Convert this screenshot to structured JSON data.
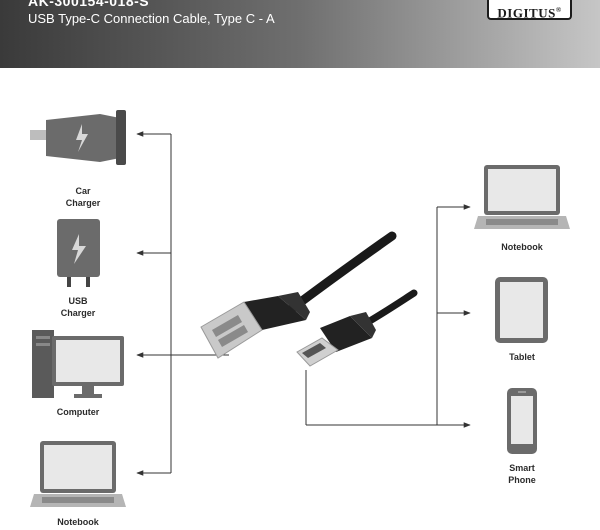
{
  "header": {
    "product_code": "AK-300154-018-S",
    "subtitle": "USB Type-C Connection Cable, Type C - A",
    "brand": "DIGITUS",
    "brand_mark": "®"
  },
  "left_devices": [
    {
      "label_lines": [
        "Car",
        "Charger"
      ],
      "icon": "car-charger-icon"
    },
    {
      "label_lines": [
        "USB",
        "Charger"
      ],
      "icon": "usb-charger-icon"
    },
    {
      "label_lines": [
        "Computer"
      ],
      "icon": "computer-icon"
    },
    {
      "label_lines": [
        "Notebook"
      ],
      "icon": "notebook-icon"
    }
  ],
  "right_devices": [
    {
      "label_lines": [
        "Notebook"
      ],
      "icon": "notebook-icon"
    },
    {
      "label_lines": [
        "Tablet"
      ],
      "icon": "tablet-icon"
    },
    {
      "label_lines": [
        "Smart",
        "Phone"
      ],
      "icon": "smartphone-icon"
    }
  ],
  "colors": {
    "header_dark": "#3a3a3a",
    "header_light": "#c6c6c6",
    "device_gray": "#6b6b6b",
    "screen_fill": "#e8e8e8",
    "connector_line": "#333333"
  }
}
